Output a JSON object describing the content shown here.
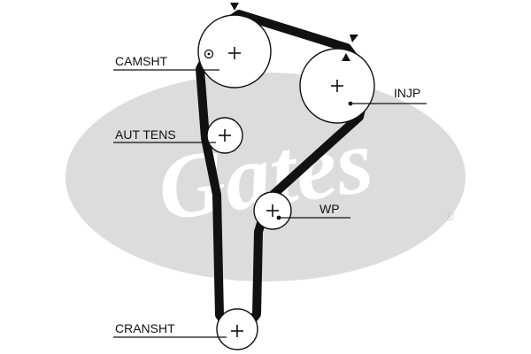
{
  "diagram": {
    "watermark": {
      "brand": "Gates",
      "registered_mark": "®"
    },
    "labels": {
      "camshaft": "CAMSHT",
      "injection_pump": "INJP",
      "auto_tensioner": "AUT TENS",
      "water_pump": "WP",
      "crankshaft": "CRANSHT"
    },
    "colors": {
      "belt": "#111111",
      "pulley_fill": "#ffffff",
      "watermark": "#d6d6d6"
    }
  }
}
